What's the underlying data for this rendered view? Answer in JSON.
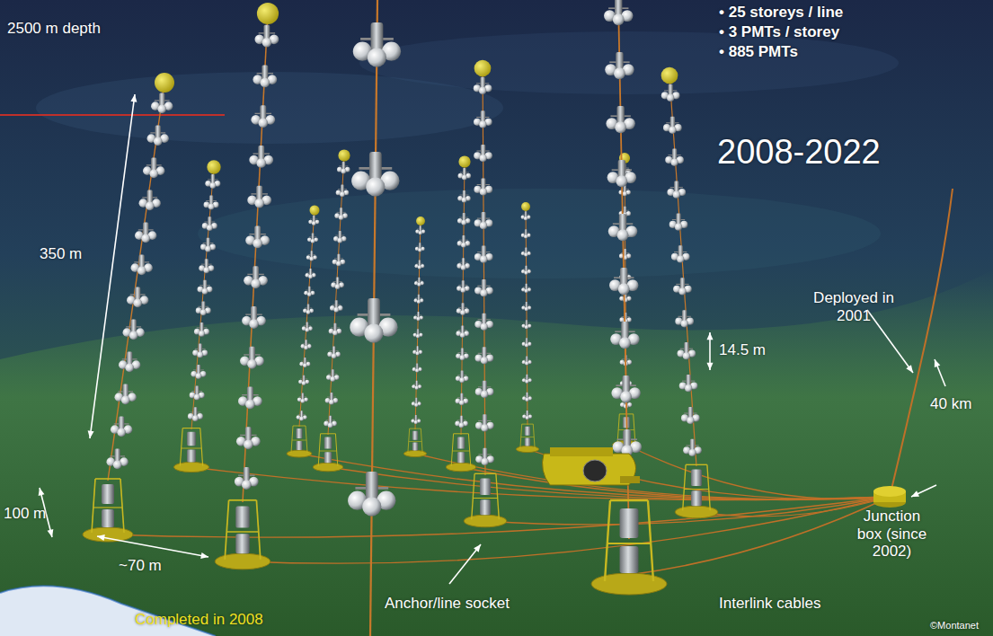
{
  "diagram": {
    "labels": [
      "2500 m depth",
      "• 25 storeys / line",
      "• 3 PMTs / storey",
      "• 885 PMTs",
      "2008-2022",
      "350 m",
      "14.5 m",
      "Deployed in 2001",
      "40 km",
      "100 m",
      "~70 m",
      "Junction box (since 2002)",
      "Anchor/line socket",
      "Interlink cables",
      "©Montanet",
      "Completed in 2008"
    ]
  }
}
